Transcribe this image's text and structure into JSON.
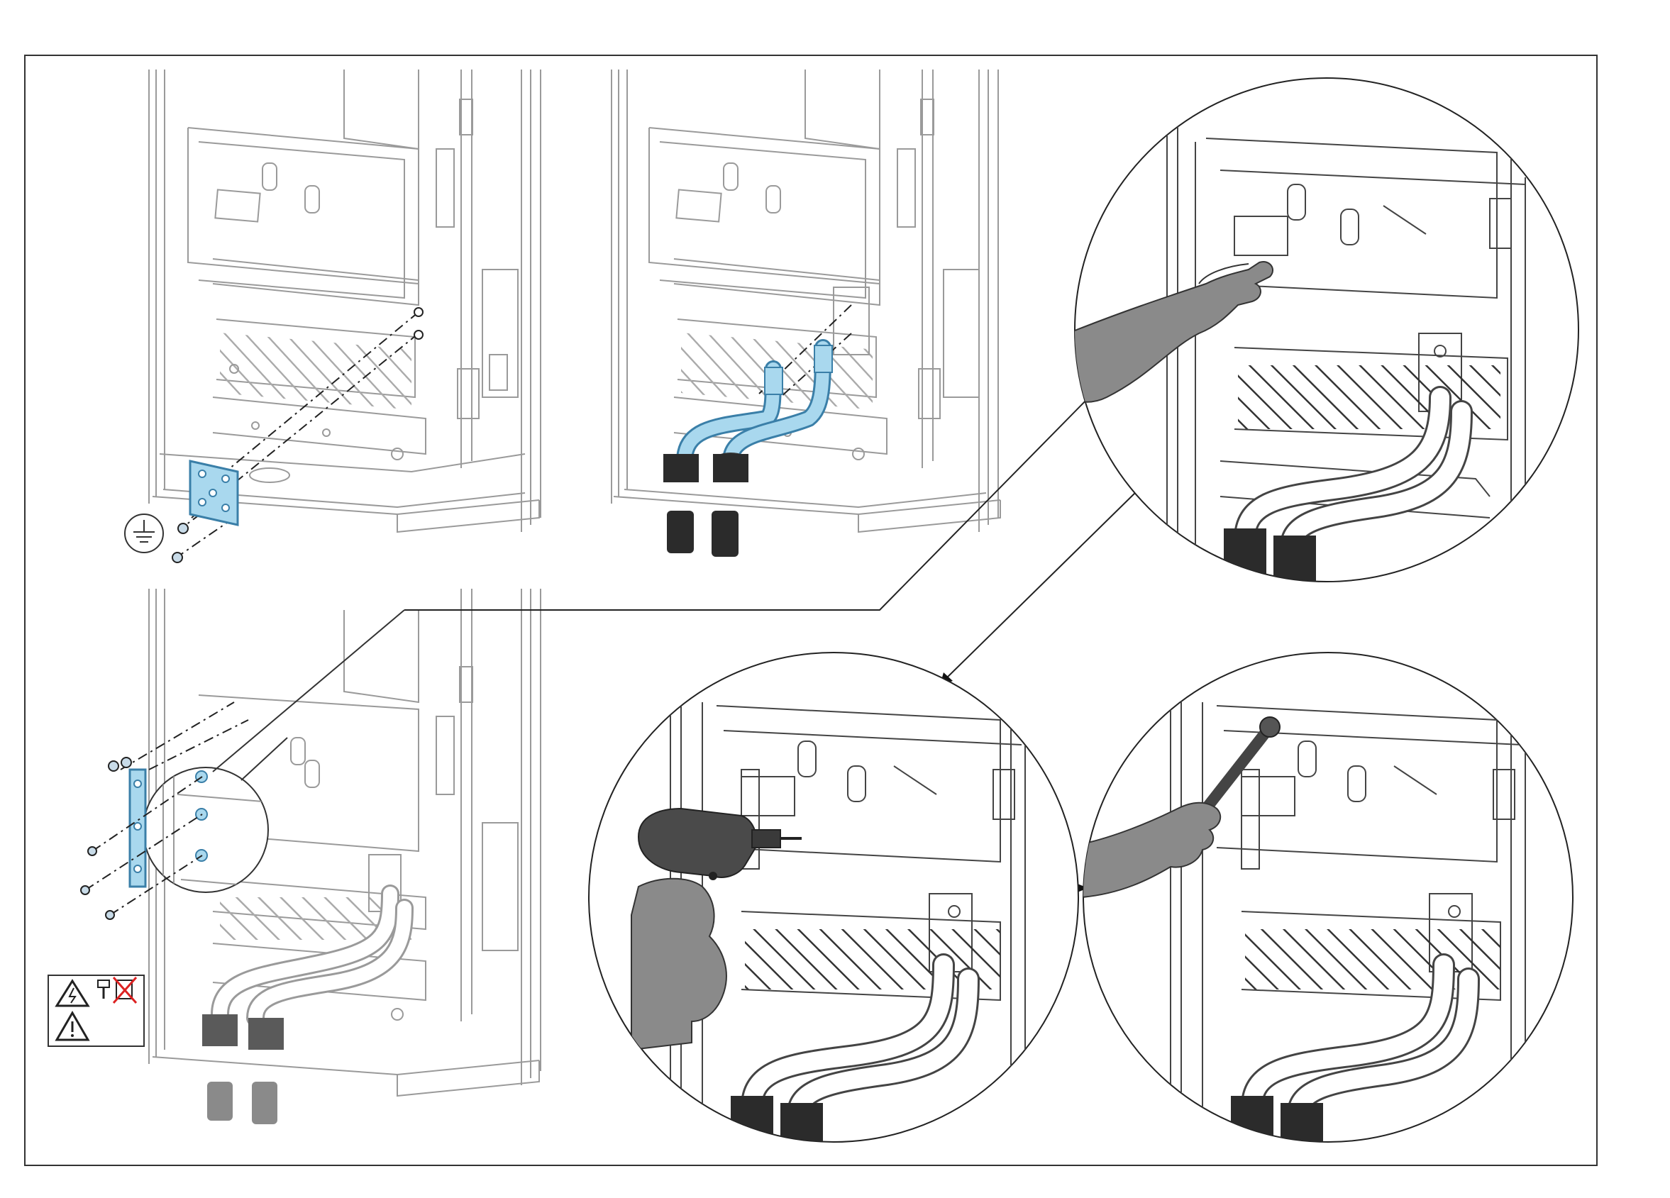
{
  "figure": {
    "kind": "installation-instruction-illustration",
    "text_labels": []
  },
  "panels": [
    {
      "id": "ground-plate-mounting",
      "highlighted_part": "ground-plate",
      "icon": "ground-symbol-icon"
    },
    {
      "id": "cable-entry",
      "highlighted_part": "power-cables"
    },
    {
      "id": "bracket-mounting",
      "highlighted_part": "side-bracket",
      "icons": [
        "electric-shock-warning-icon",
        "disconnect-power-icon",
        "general-warning-icon"
      ]
    },
    {
      "id": "detail-hand-fastening",
      "tool": "hand"
    },
    {
      "id": "detail-drill-fastening",
      "tool": "cordless-drill-icon"
    },
    {
      "id": "detail-wrench-tightening",
      "tool": "torque-wrench-icon"
    }
  ],
  "colors": {
    "highlight": "#a9d8ee",
    "highlight_stroke": "#3a7fa8",
    "line": "#222222",
    "light_line": "#9a9a9a",
    "hand_fill": "#8a8a8a",
    "tool_fill": "#4a4a4a",
    "cable_fill": "#2b2b2b",
    "frame": "#333333"
  }
}
